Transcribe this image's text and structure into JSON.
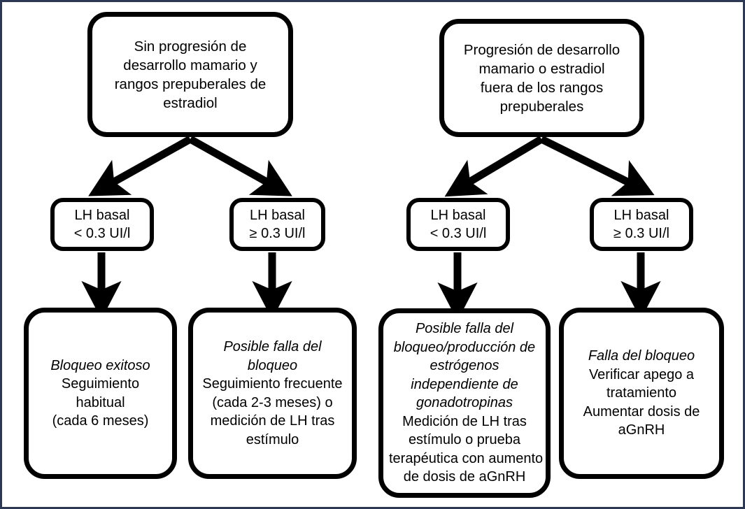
{
  "diagram": {
    "title_visible": false,
    "colors": {
      "frame_border": "#2d3855",
      "node_border": "#000000",
      "node_fill": "#ffffff",
      "text": "#000000",
      "arrow": "#000000"
    },
    "nodes": {
      "top_left": {
        "id": "sin-progresion",
        "lines": [
          {
            "text": "Sin progresión de",
            "italic": false
          },
          {
            "text": "desarrollo mamario y",
            "italic": false
          },
          {
            "text": "rangos prepuberales de",
            "italic": false
          },
          {
            "text": "estradiol",
            "italic": false
          }
        ]
      },
      "top_right": {
        "id": "progresion",
        "lines": [
          {
            "text": "Progresión de desarrollo",
            "italic": false
          },
          {
            "text": "mamario o estradiol",
            "italic": false
          },
          {
            "text": "fuera de los rangos",
            "italic": false
          },
          {
            "text": "prepuberales",
            "italic": false
          }
        ]
      },
      "lh_1": {
        "id": "lh-basal-bajo-izq",
        "lines": [
          {
            "text": "LH basal",
            "italic": false
          },
          {
            "text": "< 0.3 UI/l",
            "italic": false
          }
        ]
      },
      "lh_2": {
        "id": "lh-basal-alto-izq",
        "lines": [
          {
            "text": "LH basal",
            "italic": false
          },
          {
            "text": "≥ 0.3 UI/l",
            "italic": false
          }
        ]
      },
      "lh_3": {
        "id": "lh-basal-bajo-der",
        "lines": [
          {
            "text": "LH basal",
            "italic": false
          },
          {
            "text": "< 0.3 UI/l",
            "italic": false
          }
        ]
      },
      "lh_4": {
        "id": "lh-basal-alto-der",
        "lines": [
          {
            "text": "LH basal",
            "italic": false
          },
          {
            "text": "≥ 0.3 UI/l",
            "italic": false
          }
        ]
      },
      "out_1": {
        "id": "bloqueo-exitoso",
        "lines": [
          {
            "text": "Bloqueo exitoso",
            "italic": true
          },
          {
            "text": "Seguimiento",
            "italic": false
          },
          {
            "text": "habitual",
            "italic": false
          },
          {
            "text": "(cada 6 meses)",
            "italic": false
          }
        ]
      },
      "out_2": {
        "id": "posible-falla-bloqueo",
        "lines": [
          {
            "text": "Posible falla del",
            "italic": true
          },
          {
            "text": "bloqueo",
            "italic": true
          },
          {
            "text": "Seguimiento frecuente",
            "italic": false
          },
          {
            "text": "(cada 2-3 meses) o",
            "italic": false
          },
          {
            "text": "medición de LH tras",
            "italic": false
          },
          {
            "text": "estímulo",
            "italic": false
          }
        ]
      },
      "out_3": {
        "id": "posible-falla-produccion-estrogenos",
        "lines": [
          {
            "text": "Posible falla del",
            "italic": true
          },
          {
            "text": "bloqueo/producción de",
            "italic": true
          },
          {
            "text": "estrógenos",
            "italic": true
          },
          {
            "text": "independiente de",
            "italic": true
          },
          {
            "text": "gonadotropinas",
            "italic": true
          },
          {
            "text": "Medición de LH tras",
            "italic": false
          },
          {
            "text": "estímulo o prueba",
            "italic": false
          },
          {
            "text": "terapéutica con aumento",
            "italic": false
          },
          {
            "text": "de dosis de aGnRH",
            "italic": false
          }
        ]
      },
      "out_4": {
        "id": "falla-del-bloqueo",
        "lines": [
          {
            "text": "Falla del bloqueo",
            "italic": true
          },
          {
            "text": "Verificar apego a",
            "italic": false
          },
          {
            "text": "tratamiento",
            "italic": false
          },
          {
            "text": "Aumentar dosis de",
            "italic": false
          },
          {
            "text": "aGnRH",
            "italic": false
          }
        ]
      }
    },
    "edges": [
      {
        "name": "edge-top-left-to-lh-1",
        "from": "top_left",
        "to": "lh_1",
        "style": "diagonal-arrow"
      },
      {
        "name": "edge-top-left-to-lh-2",
        "from": "top_left",
        "to": "lh_2",
        "style": "diagonal-arrow"
      },
      {
        "name": "edge-top-right-to-lh-3",
        "from": "top_right",
        "to": "lh_3",
        "style": "diagonal-arrow"
      },
      {
        "name": "edge-top-right-to-lh-4",
        "from": "top_right",
        "to": "lh_4",
        "style": "diagonal-arrow"
      },
      {
        "name": "edge-lh-1-to-out-1",
        "from": "lh_1",
        "to": "out_1",
        "style": "vertical-arrow"
      },
      {
        "name": "edge-lh-2-to-out-2",
        "from": "lh_2",
        "to": "out_2",
        "style": "vertical-arrow"
      },
      {
        "name": "edge-lh-3-to-out-3",
        "from": "lh_3",
        "to": "out_3",
        "style": "vertical-arrow"
      },
      {
        "name": "edge-lh-4-to-out-4",
        "from": "lh_4",
        "to": "out_4",
        "style": "vertical-arrow"
      }
    ]
  }
}
